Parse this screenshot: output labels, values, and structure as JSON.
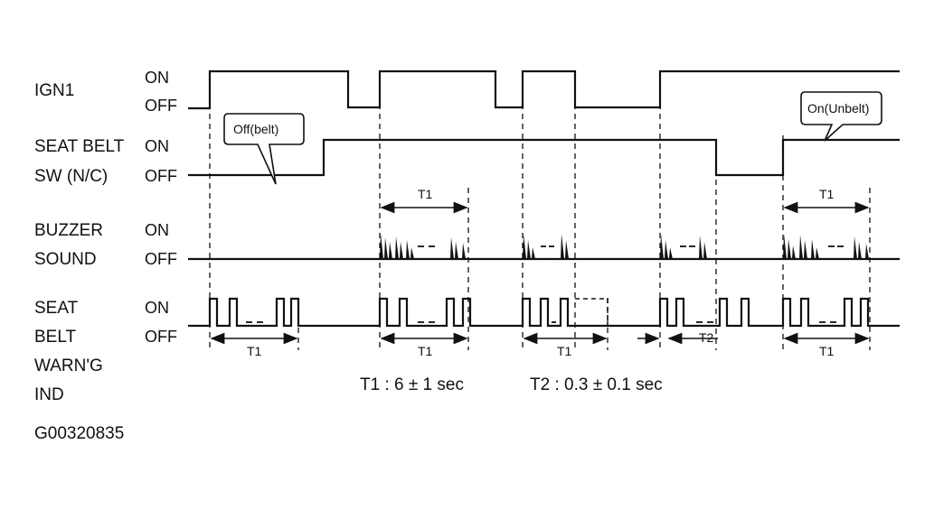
{
  "signals": [
    {
      "id": "ign1",
      "label_lines": [
        "IGN1"
      ],
      "on_label": "ON",
      "off_label": "OFF"
    },
    {
      "id": "seatbelt-sw",
      "label_lines": [
        "SEAT BELT",
        "SW (N/C)"
      ],
      "on_label": "ON",
      "off_label": "OFF"
    },
    {
      "id": "buzzer",
      "label_lines": [
        "BUZZER",
        "SOUND"
      ],
      "on_label": "ON",
      "off_label": "OFF"
    },
    {
      "id": "warn-ind",
      "label_lines": [
        "SEAT",
        "BELT",
        "WARN'G",
        "IND"
      ],
      "on_label": "ON",
      "off_label": "OFF"
    }
  ],
  "callouts": {
    "off_belt": "Off(belt)",
    "on_unbelt": "On(Unbelt)"
  },
  "interval_labels": {
    "t1": "T1",
    "t2": "T2"
  },
  "timing_notes": {
    "t1": "T1 : 6 ± 1 sec",
    "t2": "T2 : 0.3 ±  0.1 sec"
  },
  "figure_id": "G00320835",
  "colors": {
    "ink": "#111111",
    "background": "#ffffff"
  }
}
